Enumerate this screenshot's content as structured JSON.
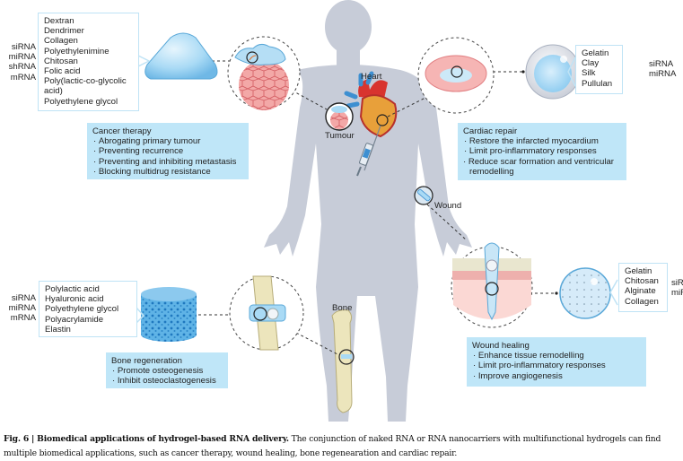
{
  "figure": {
    "caption_label": "Fig. 6 | Biomedical applications of hydrogel-based RNA delivery.",
    "caption_text": "The conjunction of naked RNA or RNA nanocarriers with multifunctional hydrogels can find multiple biomedical applications, such as cancer therapy, wound healing, bone regenearation and cardiac repair."
  },
  "body_labels": {
    "heart": "Heart",
    "tumour": "Tumour",
    "wound": "Wound",
    "bone": "Bone"
  },
  "colors": {
    "silhouette": "#c7ccd8",
    "app_box_bg": "#bfe6f8",
    "mat_box_border": "#bfe3f5",
    "hydrogel_blue": "#9fd3f3",
    "tissue_pink": "#f2a7a6"
  },
  "panels": {
    "cancer": {
      "rna_types": [
        "siRNA",
        "miRNA",
        "shRNA",
        "mRNA"
      ],
      "materials": [
        "Dextran",
        "Dendrimer",
        "Collagen",
        "Polyethylenimine",
        "Chitosan",
        "Folic acid",
        "Poly(lactic-co-glycolic acid)",
        "Polyethylene glycol"
      ],
      "application_title": "Cancer therapy",
      "application_items": [
        "Abrogating primary tumour",
        "Preventing recurrence",
        "Preventing and inhibiting metastasis",
        "Blocking multidrug resistance"
      ]
    },
    "cardiac": {
      "rna_types": [
        "siRNA",
        "miRNA"
      ],
      "materials": [
        "Gelatin",
        "Clay",
        "Silk",
        "Pullulan"
      ],
      "application_title": "Cardiac repair",
      "application_items": [
        "Restore the infarcted myocardium",
        "Limit pro-inflammatory responses",
        "Reduce scar formation and ventricular remodelling"
      ]
    },
    "bone": {
      "rna_types": [
        "siRNA",
        "miRNA",
        "mRNA"
      ],
      "materials": [
        "Polylactic acid",
        "Hyaluronic acid",
        "Polyethylene glycol",
        "Polyacrylamide",
        "Elastin"
      ],
      "application_title": "Bone regeneration",
      "application_items": [
        "Promote osteogenesis",
        "Inhibit osteoclastogenesis"
      ]
    },
    "wound": {
      "rna_types": [
        "siRNA",
        "miRNA"
      ],
      "materials": [
        "Gelatin",
        "Chitosan",
        "Alginate",
        "Collagen"
      ],
      "application_title": "Wound healing",
      "application_items": [
        "Enhance tissue remodelling",
        "Limit pro-inflammatory responses",
        "Improve angiogenesis"
      ]
    }
  }
}
